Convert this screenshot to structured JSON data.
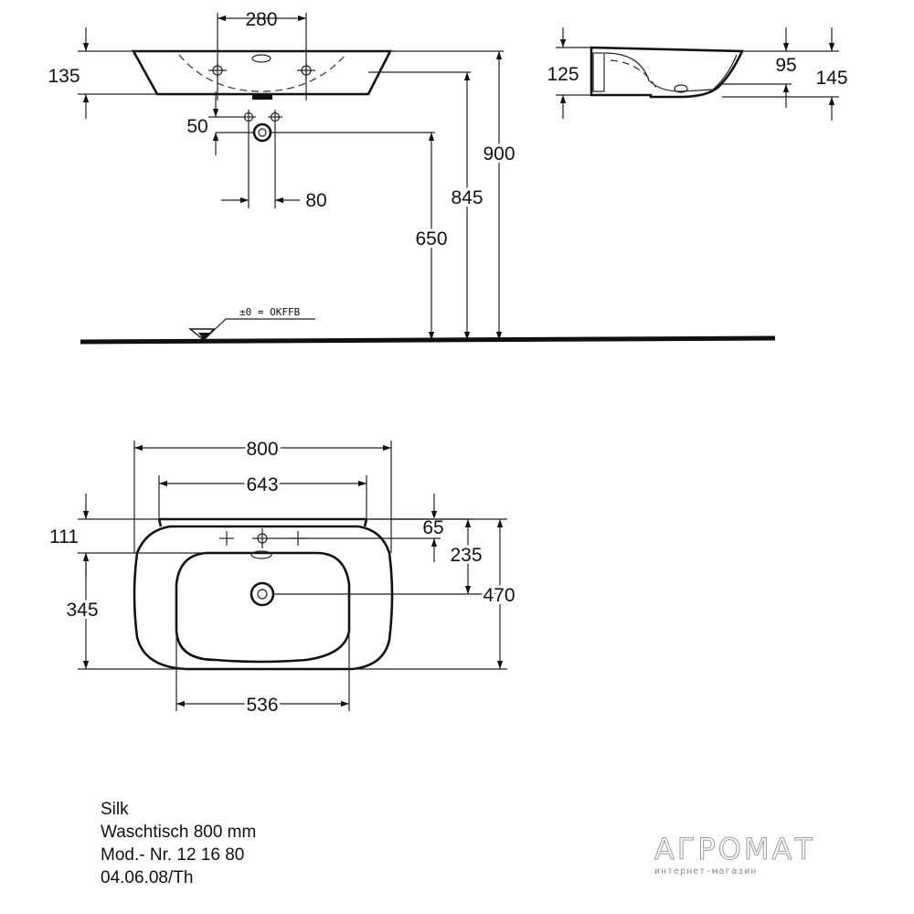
{
  "side_view": {
    "dims": {
      "tap_hole_spacing": "280",
      "basin_height": "135",
      "bracket_offset": "50",
      "waste_spacing": "80",
      "waste_height": "650",
      "rim_inner_height": "845",
      "rim_height": "900"
    },
    "floor_reference": "±0 = OKFFB"
  },
  "profile_view": {
    "dims": {
      "left_height": "125",
      "bowl_depth": "95",
      "total_height": "145"
    }
  },
  "top_view": {
    "dims": {
      "overall_width": "800",
      "back_width": "643",
      "rear_to_tap": "111",
      "tap_offset": "65",
      "waste_distance": "235",
      "overall_depth": "470",
      "bowl_depth": "345",
      "bowl_width": "536"
    }
  },
  "caption": {
    "line1": "Silk",
    "line2": "Waschtisch 800 mm",
    "line3": "Mod.- Nr. 12 16 80",
    "line4": "04.06.08/Th"
  },
  "watermark": {
    "name": "АГРОМАТ",
    "subtitle": "интернет-магазин"
  }
}
